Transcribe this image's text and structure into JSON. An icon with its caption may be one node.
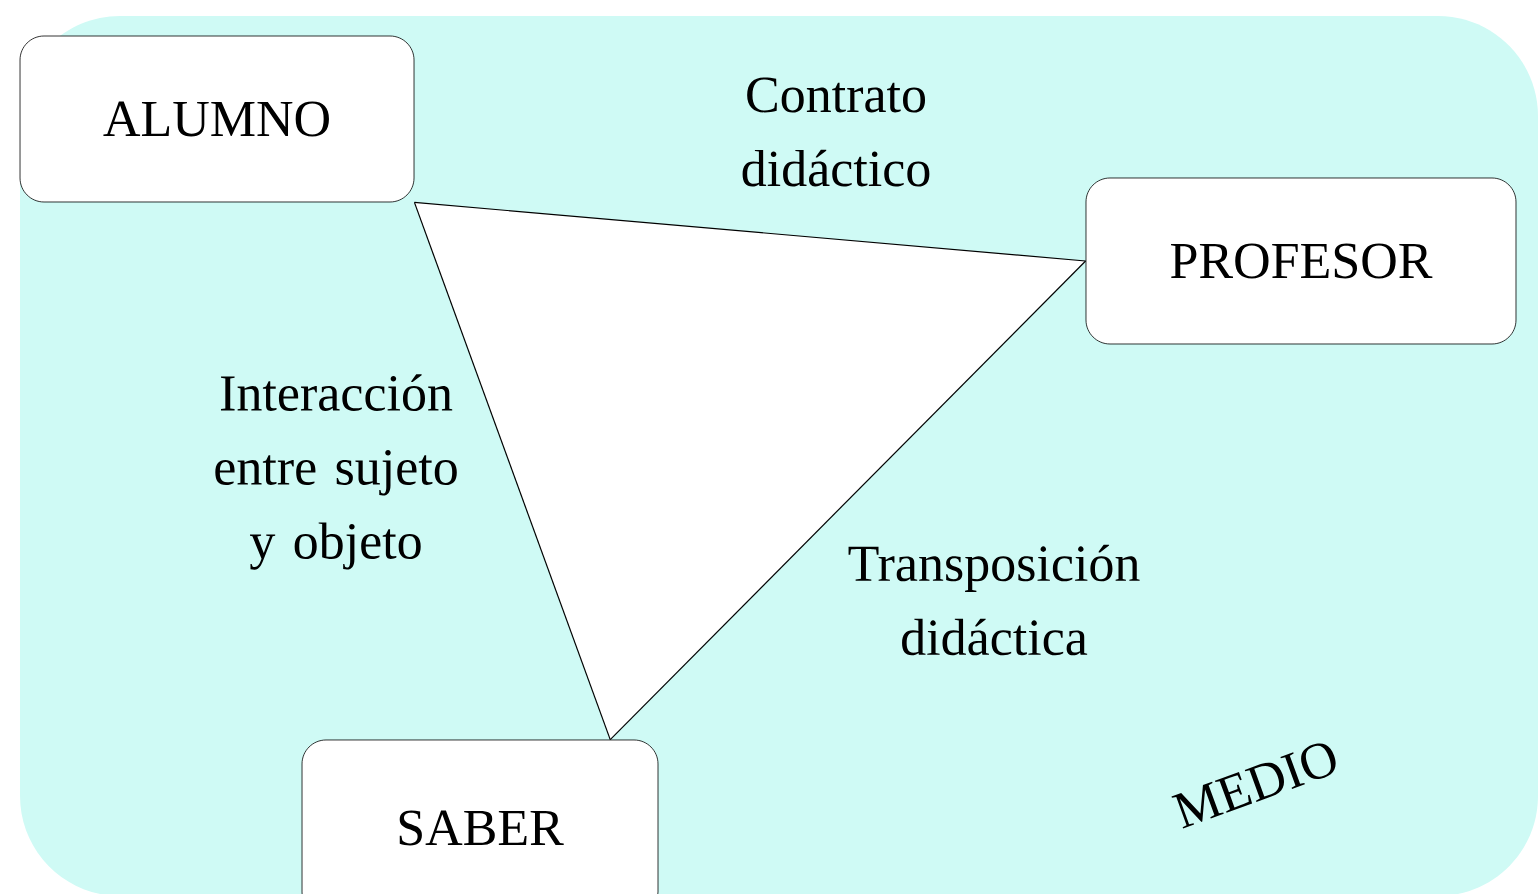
{
  "diagram": {
    "nodes": [
      {
        "text": [
          "MEDIO"
        ]
      },
      {
        "text": [
          "ALUMNO"
        ],
        "in": 0
      },
      {
        "text": [
          "PROFESOR"
        ],
        "in": 0
      },
      {
        "text": [
          "SABER"
        ],
        "in": 0
      }
    ],
    "edges": [
      {
        "from": 1,
        "to": 2,
        "arrow": "none",
        "label": "Contrato didáctico"
      },
      {
        "from": 1,
        "to": 3,
        "arrow": "none",
        "label": "Interacción entre sujeto y objeto"
      },
      {
        "from": 2,
        "to": 3,
        "arrow": "none",
        "label": "Transposición didáctica"
      }
    ]
  }
}
